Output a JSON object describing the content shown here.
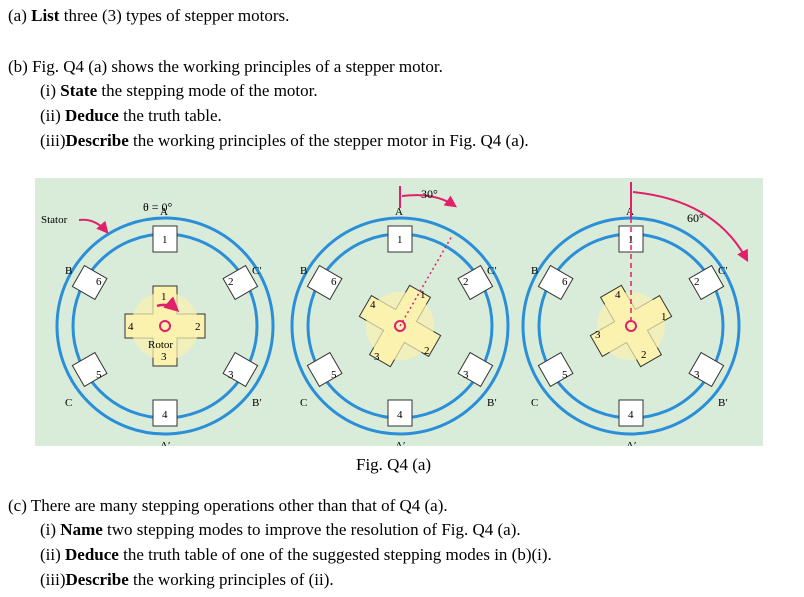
{
  "questions": {
    "a": {
      "prefix": "(a) ",
      "bold": "List",
      "rest": " three (3) types of stepper motors."
    },
    "b": {
      "prefix": "(b) Fig. Q4 (a) shows the working principles of a stepper motor."
    },
    "b_i": {
      "prefix": "(i)  ",
      "bold": "State",
      "rest": " the stepping mode of the motor."
    },
    "b_ii": {
      "prefix": "(ii) ",
      "bold": "Deduce",
      "rest": " the truth table."
    },
    "b_iii": {
      "prefix": "(iii)",
      "bold": "Describe",
      "rest": " the working principles of the stepper motor in Fig. Q4 (a)."
    },
    "c": {
      "prefix": "(c) There are many stepping operations other than that of Q4 (a)."
    },
    "c_i": {
      "prefix": "(i)  ",
      "bold": "Name",
      "rest": " two stepping modes to improve the resolution of Fig. Q4 (a)."
    },
    "c_ii": {
      "prefix": "(ii) ",
      "bold": "Deduce",
      "rest": " the truth table of one of the suggested stepping modes in (b)(i)."
    },
    "c_iii": {
      "prefix": "(iii)",
      "bold": "Describe",
      "rest": " the working principles of (ii)."
    }
  },
  "figure": {
    "caption": "Fig. Q4 (a)",
    "stator_label": "Stator",
    "rotor_label": "Rotor",
    "angle_0": "θ = 0°",
    "angle_30": "30°",
    "angle_60": "60°",
    "pole_A": "A",
    "pole_A_prime": "A′",
    "pole_B": "B",
    "pole_B_prime": "B′",
    "pole_C": "C",
    "pole_C_prime": "C′",
    "n1": "1",
    "n2": "2",
    "n3": "3",
    "n4": "4",
    "n5": "5",
    "n6": "6",
    "colors": {
      "background": "#d9ebd9",
      "stator": "#2a8fd8",
      "rotor": "#fbf2b0",
      "arrow": "#e0206a"
    }
  }
}
